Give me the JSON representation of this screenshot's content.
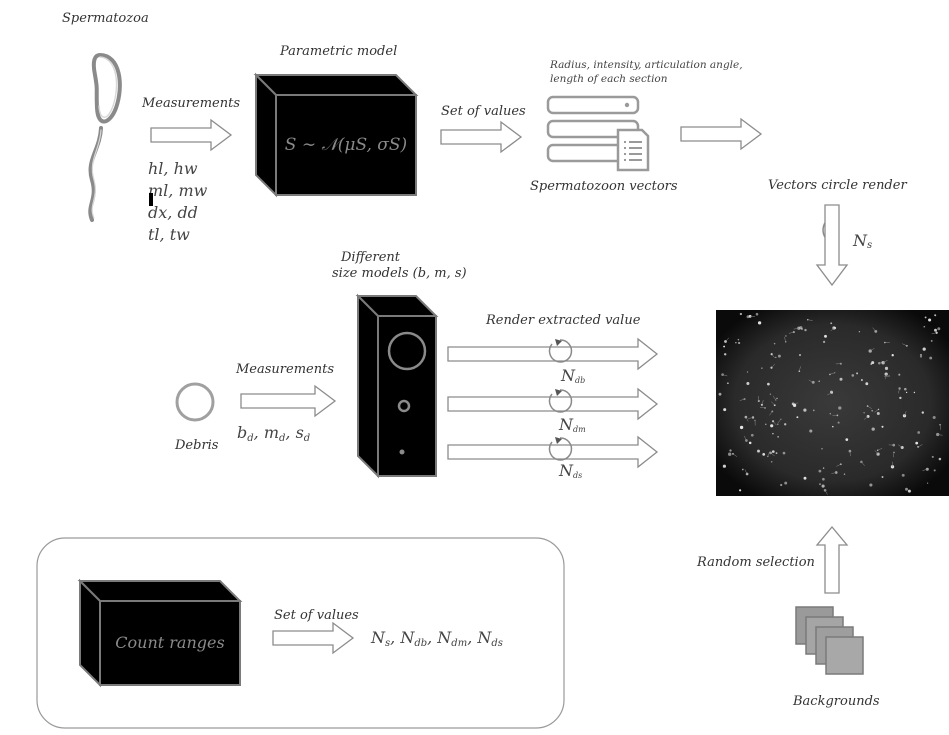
{
  "labels": {
    "spermatozoa": "Spermatozoa",
    "measurements_top": "Measurements",
    "parametric_model": "Parametric model",
    "model_formula": "S ∼ 𝒩(μS, σS)",
    "set_of_values_top": "Set of values",
    "vector_desc_line1": "Radius, intensity, articulation angle,",
    "vector_desc_line2": "length of each section",
    "spermatozoon_vectors": "Spermatozoon vectors",
    "vectors_circle_render": "Vectors circle render",
    "n_s": "Ns",
    "different_line1": "Different",
    "different_line2": "size models (b, m, s)",
    "render_extracted_value": "Render extracted value",
    "measurements_mid": "Measurements",
    "debris": "Debris",
    "debris_vars": "bd, md, sd",
    "n_db": "Ndb",
    "n_dm": "Ndm",
    "n_ds": "Nds",
    "random_selection": "Random selection",
    "backgrounds": "Backgrounds",
    "count_ranges": "Count ranges",
    "set_of_values_bottom": "Set of values",
    "count_vars": "Ns, Ndb, Ndm, Nds"
  },
  "measurement_vars": [
    "hl, hw",
    "ml, mw",
    "dx, dd",
    "tl, tw"
  ],
  "colors": {
    "box_fill": "#000000",
    "box_edge": "#7a7a7a",
    "arrow_stroke": "#8c8c8c",
    "text": "#333333",
    "icon_gray": "#9a9a9a"
  },
  "icons": [
    "spermatozoon-icon",
    "server-stack-icon",
    "document-icon",
    "rotate-icon",
    "debris-circle-icon",
    "backgrounds-stack-icon",
    "microscope-image"
  ]
}
